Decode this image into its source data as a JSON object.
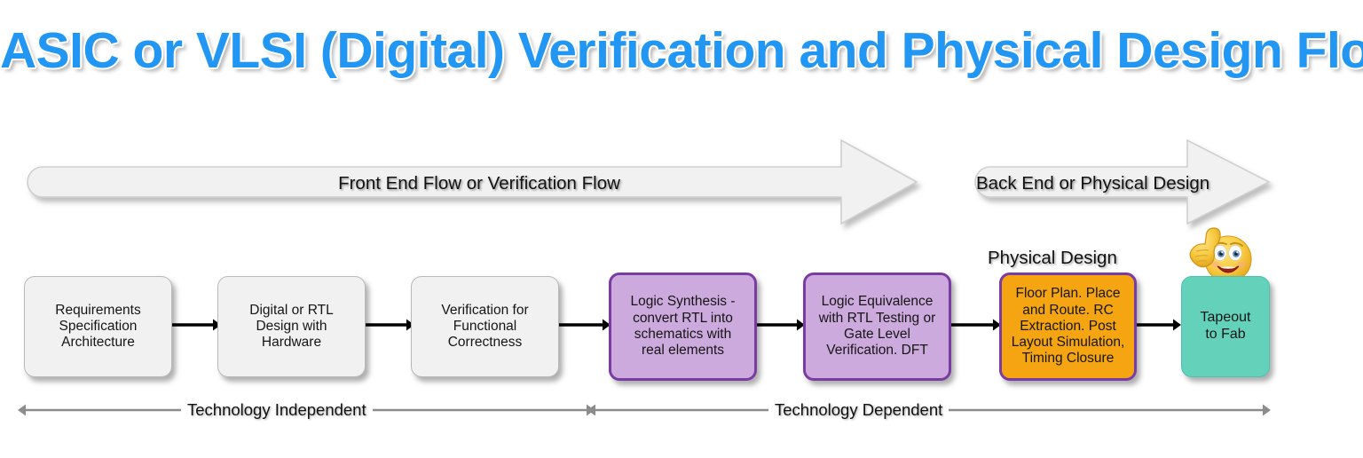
{
  "title": "ASIC or VLSI (Digital) Verification and Physical Design Flow",
  "title_color": "#2196f3",
  "banners": [
    {
      "label": "Front End Flow or Verification Flow",
      "fill": "#f1f1f1",
      "stroke": "#cccccc"
    },
    {
      "label": "Back End or Physical Design",
      "fill": "#f1f1f1",
      "stroke": "#cccccc"
    }
  ],
  "physical_design_caption": "Physical Design",
  "boxes": [
    {
      "id": "requirements",
      "text": "Requirements\nSpecification\nArchitecture",
      "style": "plain",
      "fill": "#f1f1f1",
      "border": "#b9b9b9"
    },
    {
      "id": "rtl-design",
      "text": "Digital or RTL\nDesign with\nHardware",
      "style": "plain",
      "fill": "#f1f1f1",
      "border": "#b9b9b9"
    },
    {
      "id": "functional-verification",
      "text": "Verification for\nFunctional\nCorrectness",
      "style": "plain",
      "fill": "#f1f1f1",
      "border": "#b9b9b9"
    },
    {
      "id": "logic-synthesis",
      "text": "Logic Synthesis -\nconvert RTL into\nschematics with\nreal elements",
      "style": "purple",
      "fill": "#ccaadd",
      "border": "#7a3ca3"
    },
    {
      "id": "logic-equivalence",
      "text": "Logic Equivalence\nwith RTL Testing or\nGate Level\nVerification. DFT",
      "style": "purple",
      "fill": "#ccaadd",
      "border": "#7a3ca3"
    },
    {
      "id": "physical-design",
      "text": "Floor Plan. Place\nand Route. RC\nExtraction. Post\nLayout Simulation,\nTiming Closure",
      "style": "orange",
      "fill": "#f5a511",
      "border": "#7a3ca3"
    },
    {
      "id": "tapeout",
      "text": "Tapeout\nto Fab",
      "style": "teal",
      "fill": "#64d2bb",
      "border": "#4cc2aa"
    }
  ],
  "spans": [
    {
      "label": "Technology Independent",
      "color": "#8c8c8c"
    },
    {
      "label": "Technology Dependent",
      "color": "#8c8c8c"
    }
  ],
  "emoji": {
    "name": "thumbs-up-smiley",
    "glyph": "👍"
  },
  "connector_color": "#000000"
}
